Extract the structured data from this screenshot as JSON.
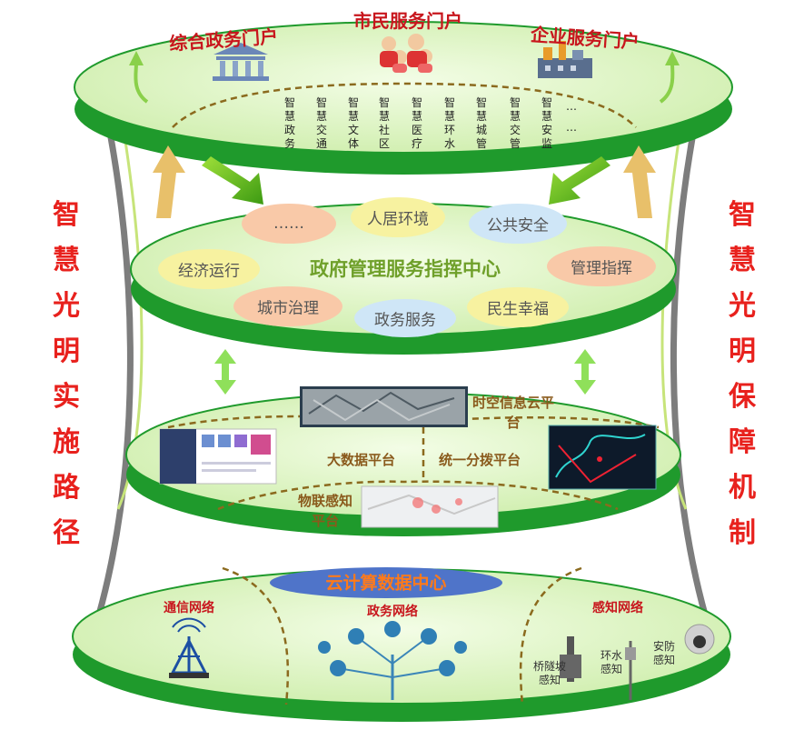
{
  "left_vertical": "智慧光明实施路径",
  "right_vertical": "智慧光明保障机制",
  "top_layer": {
    "portals": [
      "综合政务门户",
      "市民服务门户",
      "企业服务门户"
    ],
    "columns": [
      "智慧政务",
      "智慧交通",
      "智慧文体",
      "智慧社区",
      "智慧医疗",
      "智慧环水",
      "智慧城管",
      "智慧交管",
      "智慧安监",
      "……"
    ]
  },
  "middle_layer": {
    "title": "政府管理服务指挥中心",
    "clouds": [
      "……",
      "人居环境",
      "公共安全",
      "经济运行",
      "管理指挥",
      "城市治理",
      "政务服务",
      "民生幸福"
    ]
  },
  "platform_layer": {
    "spatial": "时空信息云平台",
    "bigdata": "大数据平台",
    "dispatch": "统一分拨平台",
    "iot": "物联感知平台"
  },
  "bottom_layer": {
    "cloud_center": "云计算数据中心",
    "comm": "通信网络",
    "gov": "政务网络",
    "sense": "感知网络",
    "sensors": [
      "桥隧坡感知",
      "环水感知",
      "安防感知"
    ]
  },
  "colors": {
    "accent_red": "#e8211d",
    "layer_green": "#1f9a2c",
    "layer_fill": "#dff5c6",
    "title_green": "#6fa02a",
    "cloud_blue": "#4f74c9"
  }
}
